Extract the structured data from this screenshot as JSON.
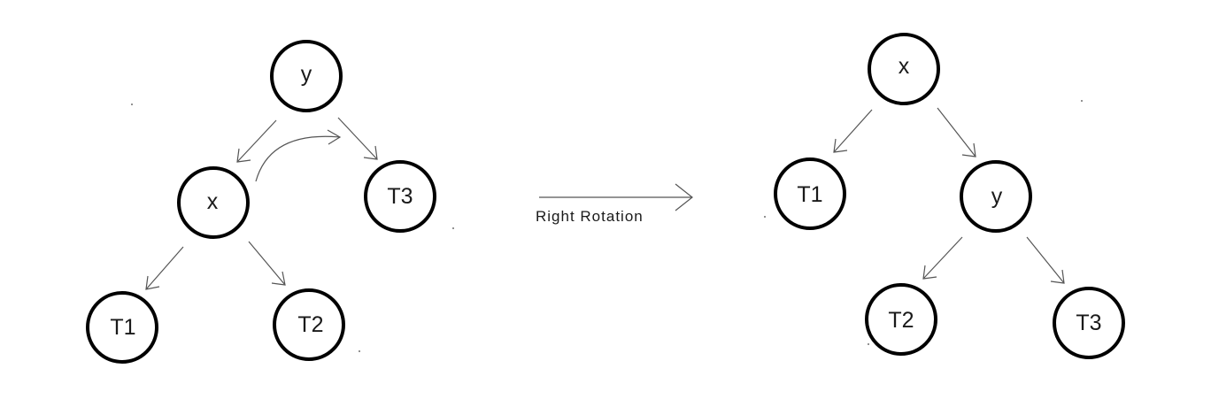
{
  "diagram": {
    "operation_label": "Right Rotation",
    "before": {
      "nodes": {
        "y": "y",
        "x": "x",
        "t1": "T1",
        "t2": "T2",
        "t3": "T3"
      }
    },
    "after": {
      "nodes": {
        "x": "x",
        "y": "y",
        "t1": "T1",
        "t2": "T2",
        "t3": "T3"
      }
    }
  }
}
